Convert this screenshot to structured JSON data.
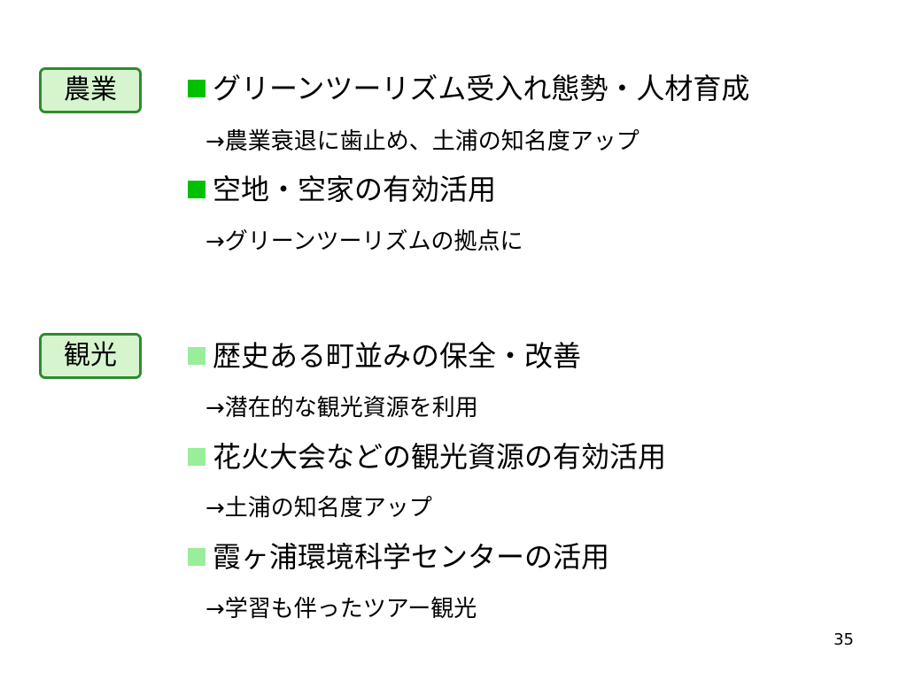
{
  "sections": [
    {
      "category": "農業",
      "bullet_color": "#00c000",
      "items": [
        {
          "bullet": "グリーンツーリズム受入れ態勢・人材育成",
          "sub": "→農業衰退に歯止め、土浦の知名度アップ"
        },
        {
          "bullet": "空地・空家の有効活用",
          "sub": "→グリーンツーリズムの拠点に"
        }
      ]
    },
    {
      "category": "観光",
      "bullet_color": "#99ee99",
      "items": [
        {
          "bullet": "歴史ある町並みの保全・改善",
          "sub": "→潜在的な観光資源を利用"
        },
        {
          "bullet": "花火大会などの観光資源の有効活用",
          "sub": "→土浦の知名度アップ"
        },
        {
          "bullet": "霞ヶ浦環境科学センターの活用",
          "sub": "→学習も伴ったツアー観光"
        }
      ]
    }
  ],
  "colors": {
    "box_border": "#2e8b2e",
    "box_fill": "#d6f5cf"
  },
  "page_number": "35"
}
